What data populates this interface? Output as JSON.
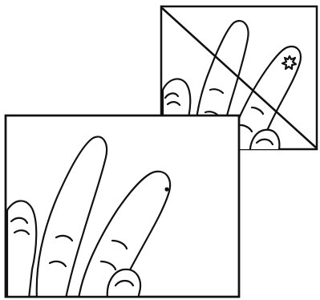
{
  "figure": {
    "panels": [
      {
        "id": "incorrect",
        "marker": "spiky-blood-drop",
        "crossed_out": true
      },
      {
        "id": "correct",
        "marker": "small-blood-dot",
        "crossed_out": false
      }
    ],
    "colors": {
      "ink": "#111111",
      "background": "#ffffff"
    }
  }
}
